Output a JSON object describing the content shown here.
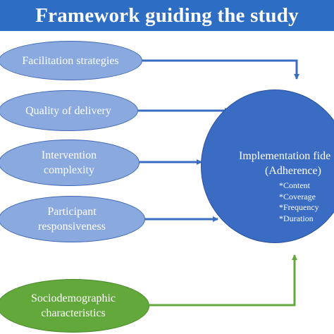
{
  "title": "Framework guiding the study",
  "factors": [
    {
      "label": "Facilitation strategies",
      "group": "blue"
    },
    {
      "label": "Quality of delivery",
      "group": "blue"
    },
    {
      "label": "Intervention\ncomplexity",
      "group": "blue"
    },
    {
      "label": "Participant\nresponsiveness",
      "group": "blue"
    },
    {
      "label": "Sociodemographic\ncharacteristics",
      "group": "green"
    }
  ],
  "outcome": {
    "title": "Implementation fide",
    "subtitle": "(Adherence)",
    "dimensions": [
      "*Content",
      "*Coverage",
      "*Frequency",
      "*Duration"
    ]
  },
  "colors": {
    "title_bar": "#2e6dc4",
    "factor_fill": "#8aa9df",
    "outcome_fill": "#3a6cc4",
    "green_fill": "#62a83a",
    "arrow_blue": "#3a6cc4",
    "arrow_green": "#62a83a"
  }
}
